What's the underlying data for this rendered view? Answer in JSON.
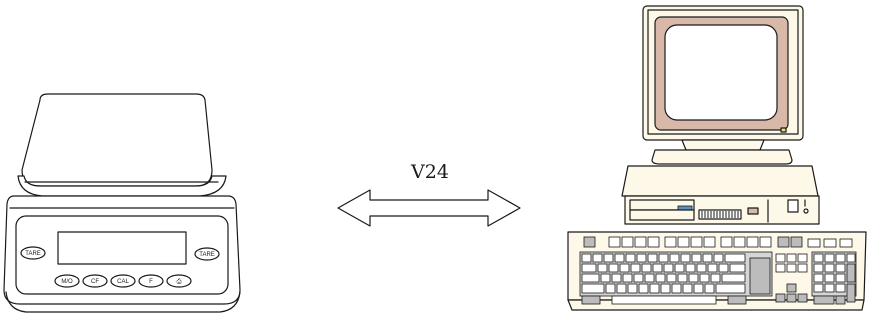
{
  "diagram": {
    "connection": {
      "label": "V24"
    },
    "balance": {
      "buttons": {
        "tare_left": "TARE",
        "tare_right": "TARE",
        "mode": "M/O",
        "cf": "CF",
        "cal": "CAL",
        "f": "F",
        "print": "⎙"
      }
    },
    "computer": {}
  },
  "colors": {
    "screen_bezel": "#d8b8a8",
    "monitor_body": "#fdf8e8",
    "floppy_slot": "#5a8fc0",
    "keys_dark": "#bcbcbc",
    "ink": "#1a1a1a"
  }
}
